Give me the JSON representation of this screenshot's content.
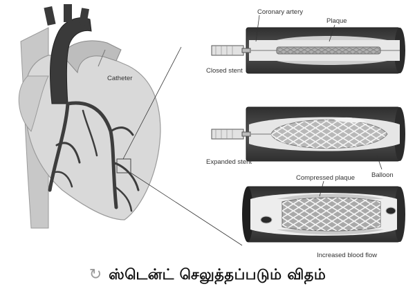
{
  "labels": {
    "catheter": "Catheter",
    "coronary_artery": "Coronary artery",
    "plaque": "Plaque",
    "closed_stent": "Closed stent",
    "expanded_stent": "Expanded stent",
    "balloon": "Balloon",
    "compressed_plaque": "Compressed plaque",
    "increased_blood_flow": "Increased blood flow"
  },
  "caption": {
    "icon": "refresh-arrow-icon",
    "glyph": "↻",
    "text": "ஸ்டென்ட் செலுத்தப்படும் விதம்"
  },
  "colors": {
    "heart_fill": "#d8d8d8",
    "vessel_dark": "#3d3d3d",
    "artery_wall": "#4a4a4a",
    "lumen": "#e9e9e9",
    "plaque": "#cfcfcf"
  }
}
